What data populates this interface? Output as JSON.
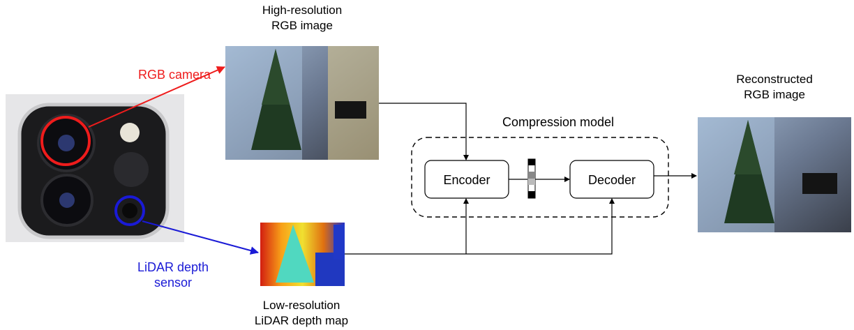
{
  "labels": {
    "hr_image": "High-resolution\nRGB image",
    "rgb_camera": "RGB camera",
    "lidar_sensor": "LiDAR depth\nsensor",
    "lr_depth": "Low-resolution\nLiDAR depth map",
    "compression": "Compression model",
    "encoder": "Encoder",
    "decoder": "Decoder",
    "reconstructed": "Reconstructed\nRGB image"
  },
  "colors": {
    "camera_highlight": "#ee1c1c",
    "lidar_highlight": "#1a1ad6"
  }
}
